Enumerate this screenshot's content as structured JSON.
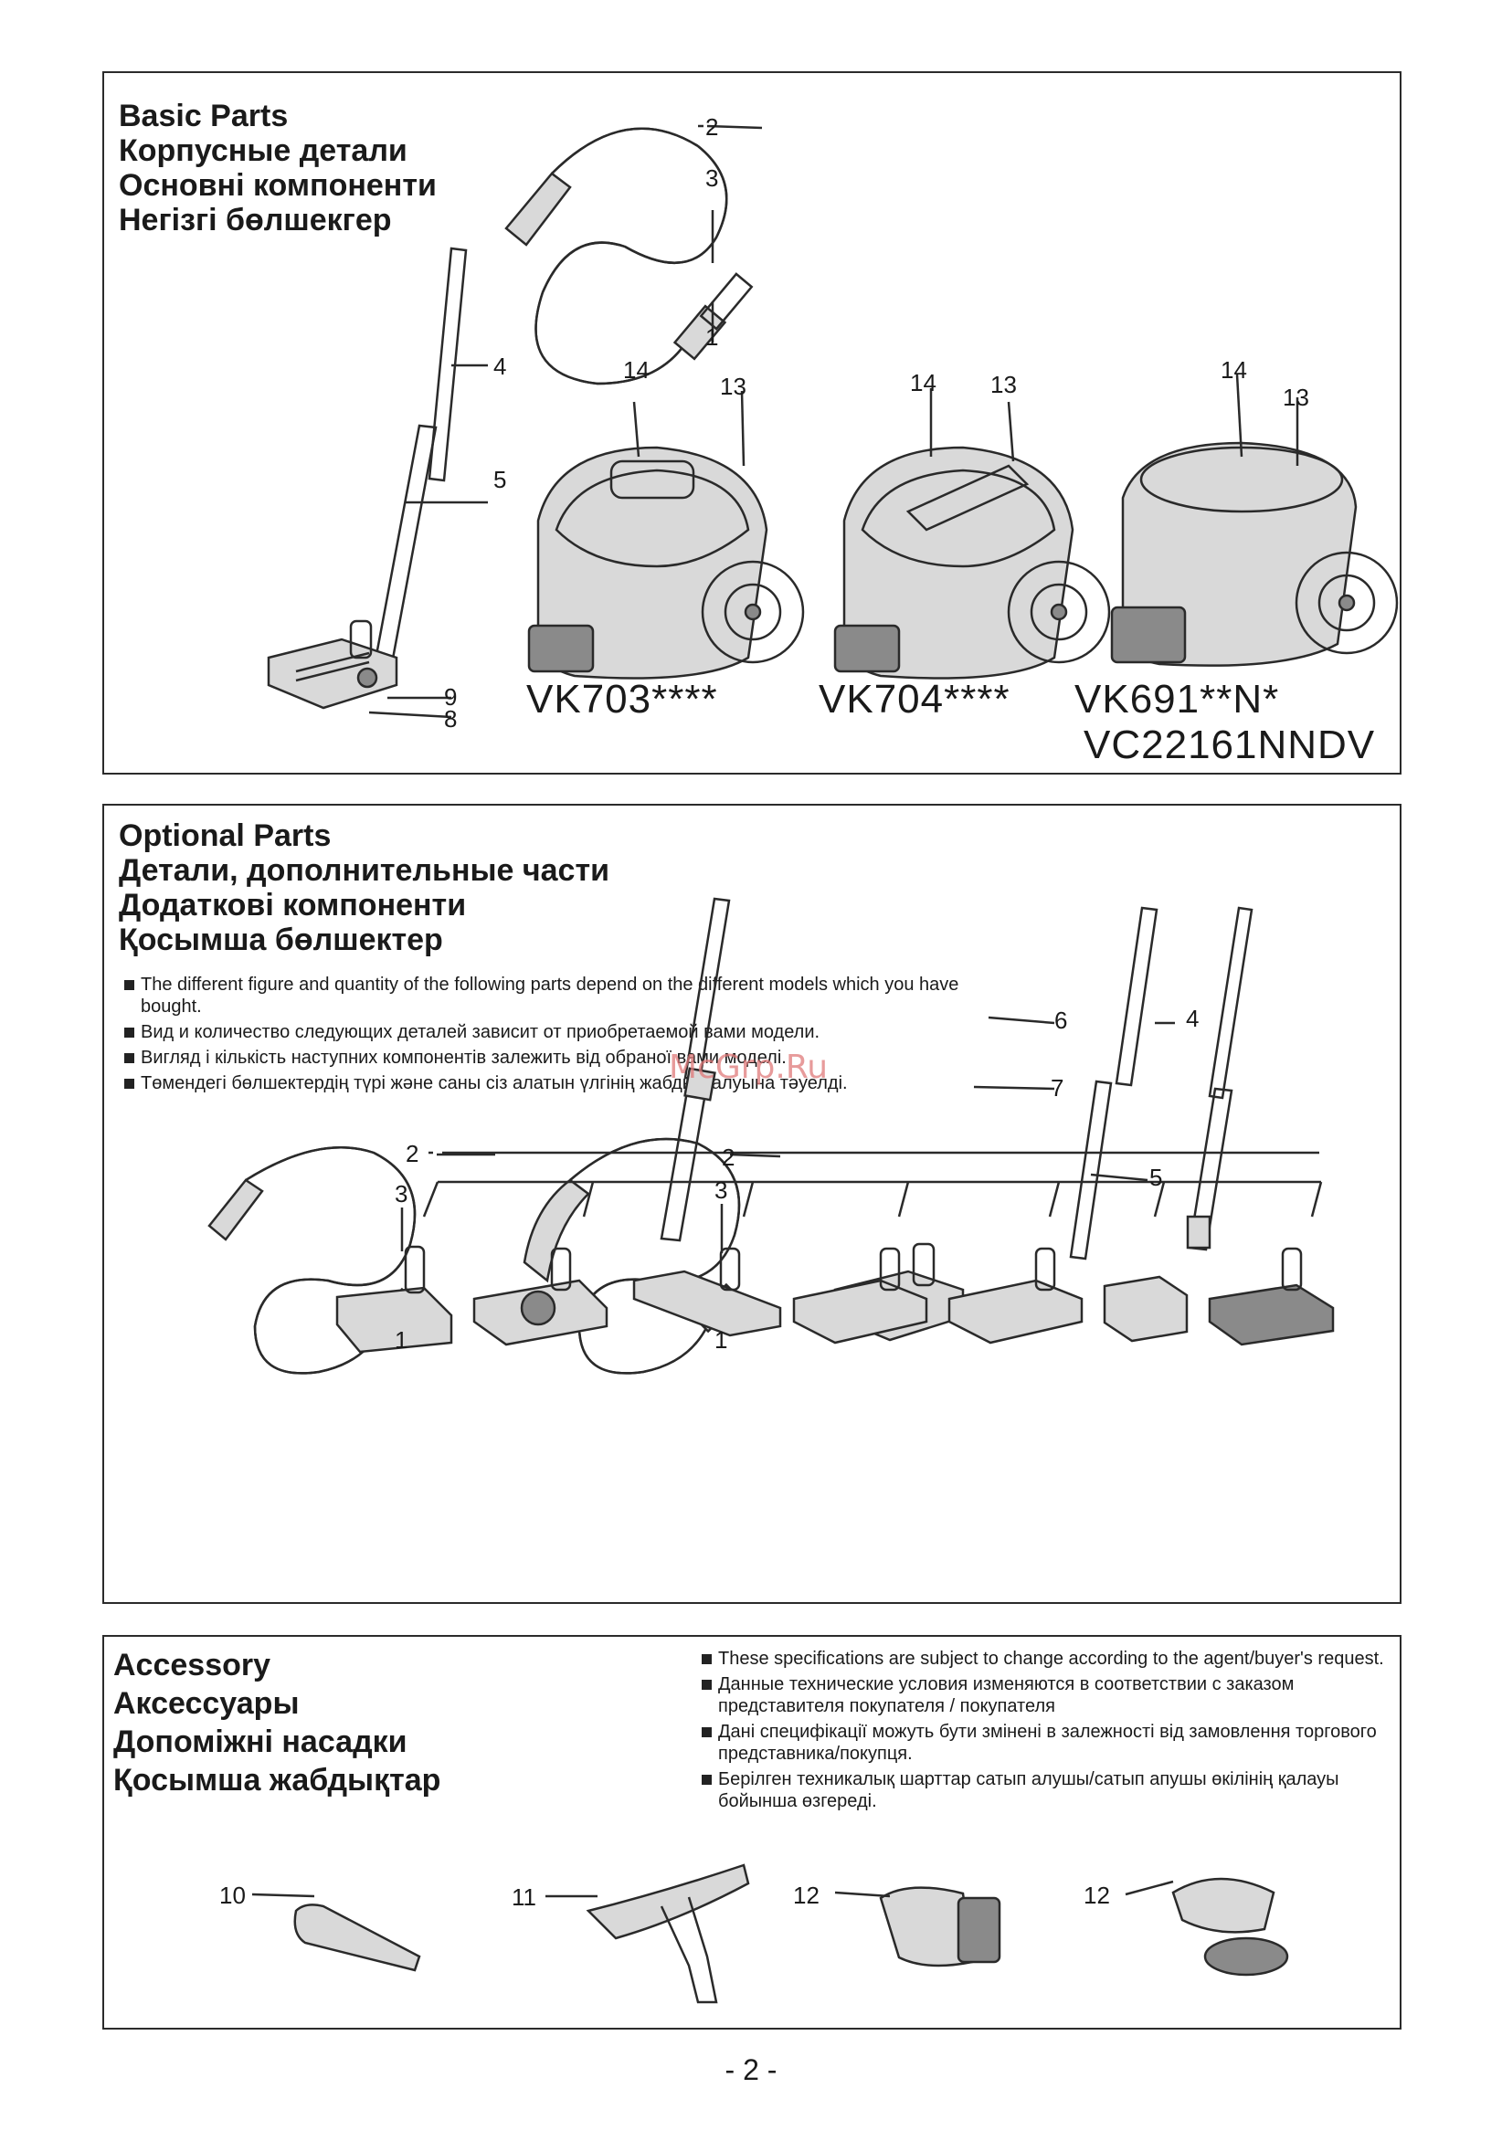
{
  "basic": {
    "heading": [
      "Basic Parts",
      "Корпусные детали",
      "Основні компоненти",
      "Негізгі бөлшекгер"
    ],
    "labels": {
      "n1": "1",
      "n2": "2",
      "n3": "3",
      "n4": "4",
      "n5": "5",
      "n8": "8",
      "n9": "9",
      "n13a": "13",
      "n14a": "14",
      "n13b": "13",
      "n14b": "14",
      "n13c": "13",
      "n14c": "14"
    },
    "models": [
      "VK703****",
      "VK704****",
      "VK691**N*",
      "VC22161NNDV"
    ]
  },
  "optional": {
    "heading": [
      "Optional Parts",
      "Детали, дополнительные части",
      "Додаткові компоненти",
      "Қосымша бөлшектер"
    ],
    "notes": [
      "The different figure and quantity of the following parts depend on the different models which you have bought.",
      "Вид и количество следующих деталей зависит от приобретаемой вами модели.",
      "Вигляд і кількість наступних компонентів залежить від обраної вами моделі.",
      "Төмендегі бөлшектердің түрі және саны сіз алатын үлгінің жабдықталуына тәуелді."
    ],
    "labels": {
      "a2": "2",
      "a3": "3",
      "a1": "1",
      "b2": "2",
      "b3": "3",
      "b1": "1",
      "n6": "6",
      "n7": "7",
      "n4": "4",
      "n5": "5"
    }
  },
  "accessory": {
    "heading": [
      "Accessory",
      "Аксессуары",
      "Допоміжні насадки",
      "Қосымша жабдықтар"
    ],
    "notes": [
      "These specifications are subject to change according to the agent/buyer's request.",
      "Данные технические условия изменяются в соответствии с заказом представителя покупателя / покупателя",
      "Дані специфікації можуть бути змінені в залежності від замовлення торгового представника/покупця.",
      "Берілген техникалық шарттар сатып алушы/сатып апушы өкілінің қалауы бойынша өзгереді."
    ],
    "labels": {
      "n10": "10",
      "n11": "11",
      "n12a": "12",
      "n12b": "12"
    }
  },
  "watermark": "McGrp.Ru",
  "page_number": "- 2 -"
}
